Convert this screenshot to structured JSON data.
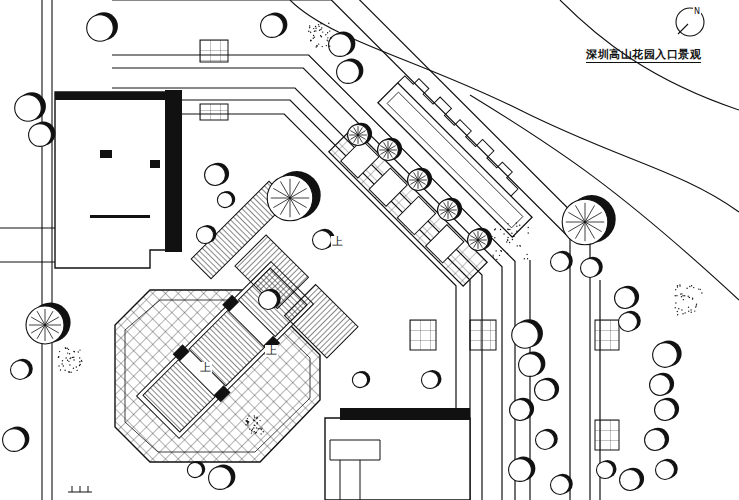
{
  "diagram": {
    "title": "深圳高山花园入口景观",
    "labels": [
      "N",
      "上",
      "上",
      "上"
    ]
  }
}
